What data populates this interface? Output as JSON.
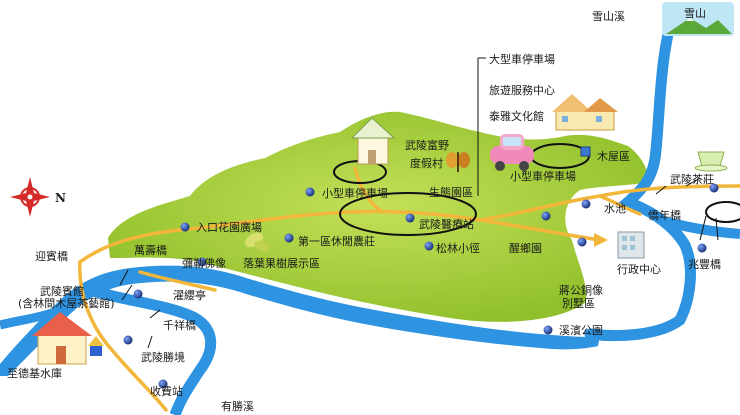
{
  "compass": {
    "north_label": "N"
  },
  "badge": {
    "snow_mountain": "雪山"
  },
  "labels": {
    "xueshan_stream": "雪山溪",
    "big_parking": "大型車停車場",
    "visitor_center": "旅遊服務中心",
    "taiya_hall": "泰雅文化館",
    "wuling_fuye": "武陵富野",
    "resort": "度假村",
    "cabin_area": "木屋區",
    "ecology_park": "生態園區",
    "small_parking_1": "小型車停車場",
    "small_parking_2": "小型車停車場",
    "wuling_tea": "武陵茶莊",
    "qiannian_bridge": "僑年橋",
    "water_pond": "水池",
    "entrance_plaza": "入口花園廣場",
    "wuling_clinic": "武陵醫療站",
    "first_rest_area": "第一區休閒農莊",
    "xingxiang_garden": "醒鄉園",
    "songlin_path": "松林小徑",
    "wanshou_bridge": "萬壽橋",
    "milefo": "彌勒佛像",
    "leaf_fruit": "落葉果樹展示區",
    "admin_center": "行政中心",
    "zhaofeng_bridge": "兆豐橋",
    "yingbin_bridge": "迎賓橋",
    "wuling_guesthouse_1": "武陵賓館",
    "wuling_guesthouse_2": "(含林間木屋茶藝館)",
    "zhuolan_pavilion": "濯纓亭",
    "qianxiang_bridge": "千祥橋",
    "chiang_statue_1": "蔣公銅像",
    "chiang_statue_2": "別墅區",
    "xibin_park": "溪濱公園",
    "wuling_scenic": "武陵勝境",
    "zhide_reservoir": "至德基水庫",
    "toll_station": "收費站",
    "yousheng_stream": "有勝溪"
  },
  "colors": {
    "river": "#2e93e0",
    "land": "#a6cf3a",
    "road": "#f2b63a",
    "marker": "#1c3a8c",
    "compass": "#d42a2a"
  }
}
